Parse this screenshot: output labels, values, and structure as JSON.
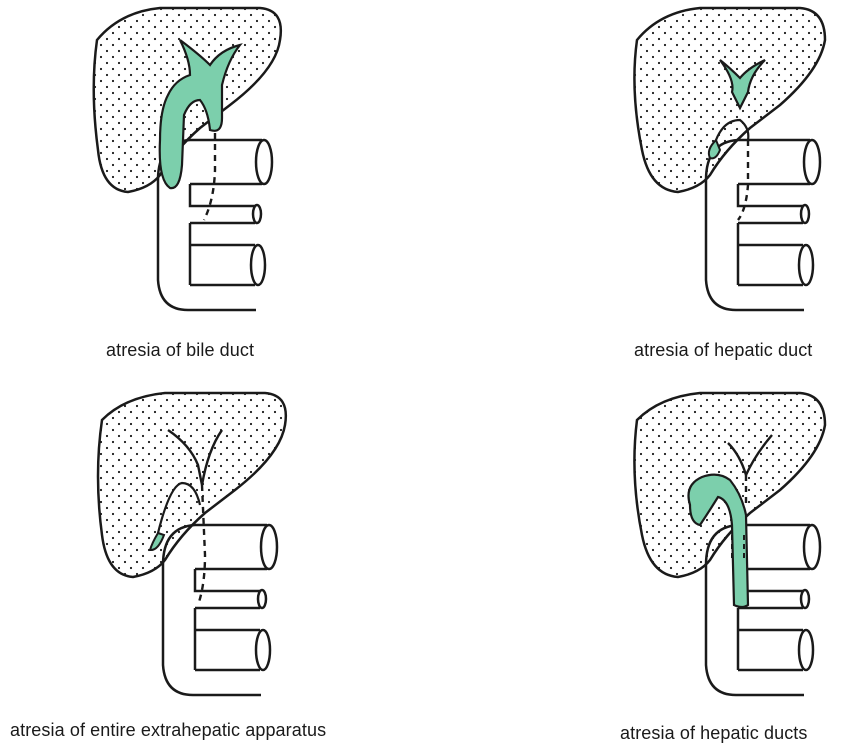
{
  "colors": {
    "line": "#1a1a1a",
    "bile_fill": "#7ccfac",
    "liver_fill": "#ffffff",
    "stipple": "#1a1a1a",
    "background": "#ffffff"
  },
  "panels": [
    {
      "caption": "atresia of bile duct",
      "variant": "bile-duct"
    },
    {
      "caption": "atresia of hepatic duct",
      "variant": "hepatic-duct"
    },
    {
      "caption": "atresia of entire extrahepatic apparatus",
      "variant": "entire-extrahepatic"
    },
    {
      "caption": "atresia of hepatic ducts",
      "variant": "hepatic-ducts"
    }
  ]
}
